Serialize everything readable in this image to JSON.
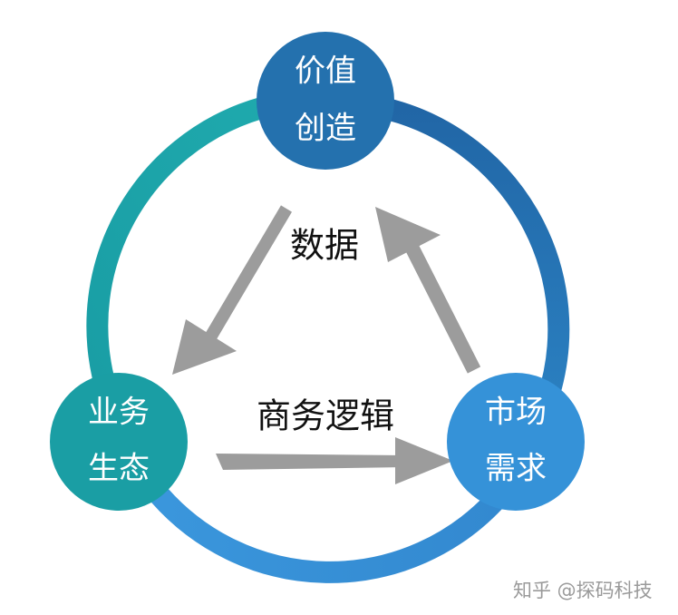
{
  "nodes": {
    "value_creation": {
      "line1": "价值",
      "line2": "创造"
    },
    "business_ecology": {
      "line1": "业务",
      "line2": "生态"
    },
    "market_demand": {
      "line1": "市场",
      "line2": "需求"
    }
  },
  "edges": {
    "data": "数据",
    "business_logic": "商务逻辑"
  },
  "watermark": "知乎 @探码科技",
  "colors": {
    "ring_teal": "#1aa3a8",
    "ring_blue": "#2277b4",
    "ring_light_blue": "#3a93da",
    "node_top": "#2471ae",
    "node_left": "#1a9ea4",
    "node_right": "#3592d8",
    "arrow_gray": "#9c9c9c"
  }
}
